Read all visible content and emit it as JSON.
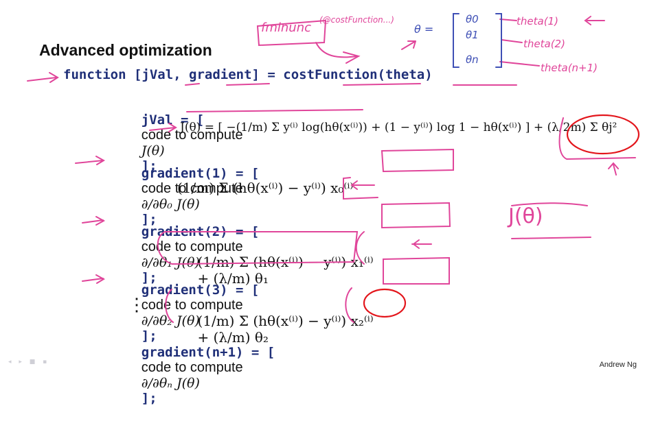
{
  "slide": {
    "title": "Advanced optimization",
    "function_line": "function [jVal, gradient] = costFunction(theta)",
    "jval_line_prefix": "jVal = [",
    "jval_line_text": "code to compute",
    "jval_line_math": "J(θ)",
    "jval_line_suffix": "];",
    "jtheta_formula": "J(θ) = [ −(1/m) Σ y⁽ⁱ⁾ log(hθ(x⁽ⁱ⁾)) + (1 − y⁽ⁱ⁾) log 1 − hθ(x⁽ⁱ⁾) ] + (λ/2m) Σ θj²",
    "g1_prefix": "gradient(1) = [",
    "g2_prefix": "gradient(2) = [",
    "g3_prefix": "gradient(3) = [",
    "gn_prefix": "gradient(n+1) = [",
    "code_to_compute": "code to compute",
    "d0": "∂/∂θ₀ J(θ)",
    "d1": "∂/∂θ₁ J(θ)",
    "d2": "∂/∂θ₂ J(θ)",
    "dn": "∂/∂θₙ J(θ)",
    "bracket_close": "];",
    "g1_formula": "(1/m) Σ (hθ(x⁽ⁱ⁾) − y⁽ⁱ⁾) x₀⁽ⁱ⁾",
    "g2_formula": "(1/m) Σ (hθ(x⁽ⁱ⁾) − y⁽ⁱ⁾) x₁⁽ⁱ⁾",
    "g2_reg": "+ (λ/m) θ₁",
    "g3_formula": "(1/m) Σ (hθ(x⁽ⁱ⁾) − y⁽ⁱ⁾) x₂⁽ⁱ⁾",
    "g3_reg": "+ (λ/m) θ₂",
    "vdots": "⋮",
    "author": "Andrew Ng"
  },
  "annotations": {
    "fminunc": "fminunc",
    "fminunc_arg": "(@costFunction...)",
    "theta_eq": "θ =",
    "vec_0": "θ0",
    "vec_1": "θ1",
    "vec_n": "θn",
    "theta1": "theta(1)",
    "theta2": "theta(2)",
    "thetan": "theta(n+1)",
    "jtheta_note": "J(θ)"
  },
  "colors": {
    "code": "#1f2f78",
    "ink_pink": "#e0459a",
    "ink_red": "#e3161c",
    "ink_blue": "#3e4fb5"
  }
}
